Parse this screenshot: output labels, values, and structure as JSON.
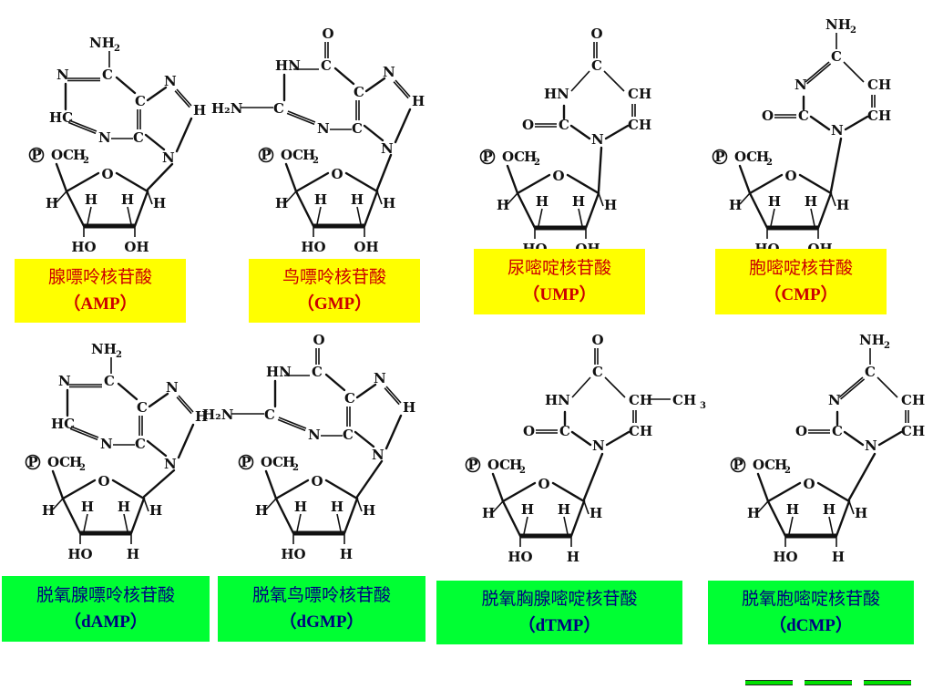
{
  "labels": [
    {
      "name": "腺嘌呤核苷酸",
      "abbr": "（AMP）"
    },
    {
      "name": "鸟嘌呤核苷酸",
      "abbr": "（GMP）"
    },
    {
      "name": "尿嘧啶核苷酸",
      "abbr": "（UMP）"
    },
    {
      "name": "胞嘧啶核苷酸",
      "abbr": "（CMP）"
    },
    {
      "name": "脱氧腺嘌呤核苷酸",
      "abbr": "（dAMP）"
    },
    {
      "name": "脱氧鸟嘌呤核苷酸",
      "abbr": "（dGMP）"
    },
    {
      "name": "脱氧胸腺嘧啶核苷酸",
      "abbr": "（dTMP）"
    },
    {
      "name": "脱氧胞嘧啶核苷酸",
      "abbr": "（dCMP）"
    }
  ],
  "atoms": {
    "P": "P",
    "O": "O",
    "OC": "OC",
    "H": "H",
    "HO": "HO",
    "OH": "OH",
    "N": "N",
    "C": "C",
    "CH": "CH",
    "HN": "HN",
    "HC": "HC",
    "NH": "NH",
    "H2N": "H₂N",
    "two": "2",
    "three": "3"
  },
  "colors": {
    "ribo_label_bg": "#ffff00",
    "ribo_label_text": "#cc0000",
    "deoxy_label_bg": "#00ff33",
    "deoxy_label_text": "#000080"
  }
}
